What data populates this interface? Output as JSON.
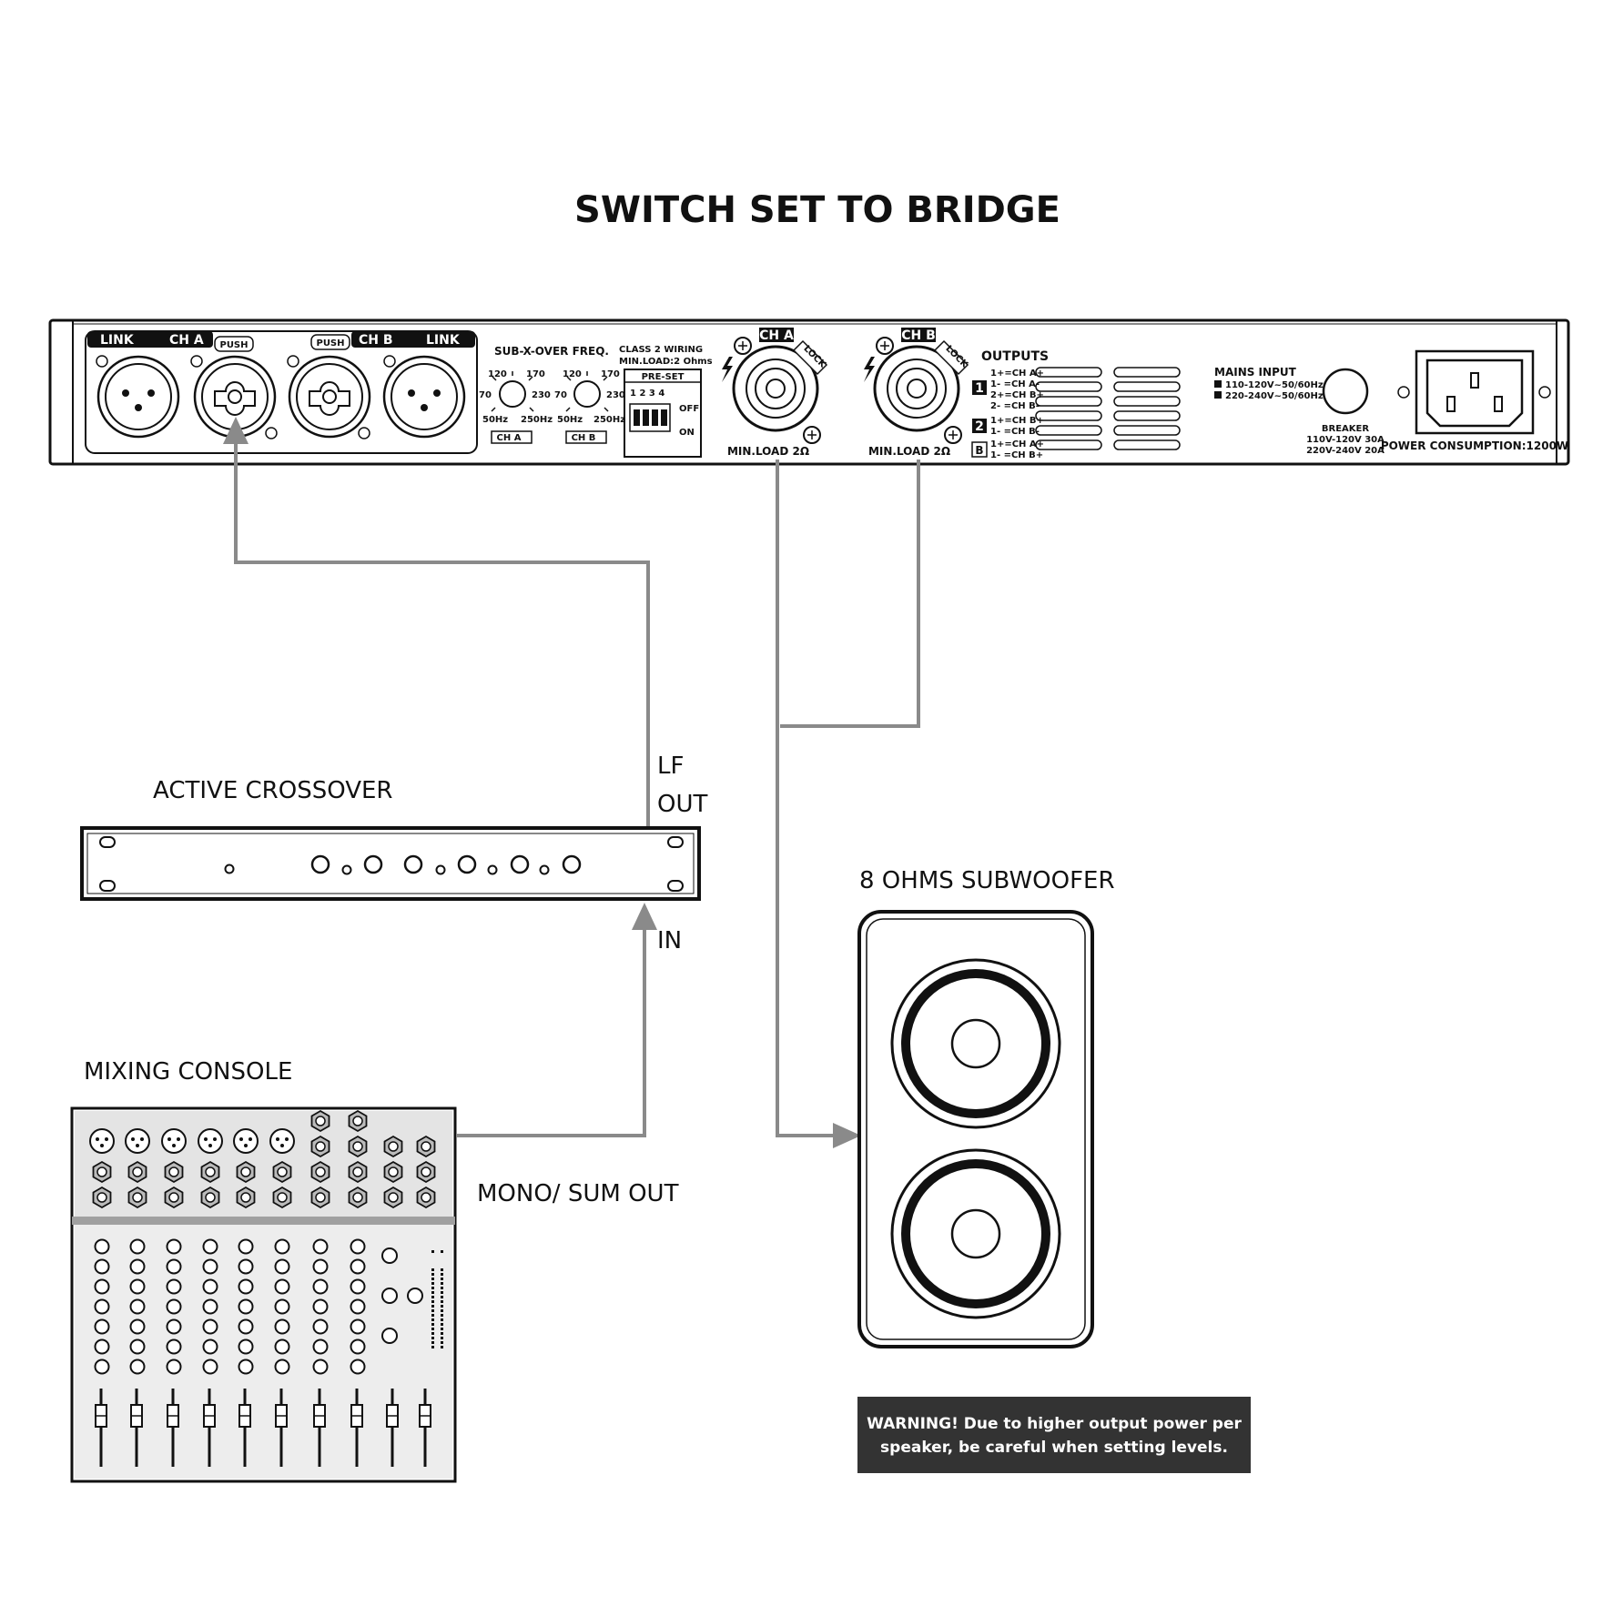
{
  "title": "SWITCH SET TO BRIDGE",
  "amplifier": {
    "link_left": "LINK",
    "ch_a": "CH A",
    "push_a": "PUSH",
    "push_b": "PUSH",
    "ch_b": "CH B",
    "link_right": "LINK",
    "sub_xover_title": "SUB-X-OVER FREQ.",
    "knob_labels": {
      "f120": "120",
      "f170": "170",
      "f70": "70",
      "f230": "230",
      "f50": "50Hz",
      "f250": "250Hz"
    },
    "chan_tag_a": "CH A",
    "chan_tag_b": "CH B",
    "class2_line1": "CLASS 2 WIRING",
    "class2_line2": "MIN.LOAD:2 Ohms",
    "preset": "PRE-SET",
    "dip_numbers": "1  2  3  4",
    "off": "OFF",
    "on": "ON",
    "speakon_a_label": "CH A",
    "speakon_b_label": "CH B",
    "lock": "LOCK",
    "min_load": "MIN.LOAD 2Ω",
    "outputs": "OUTPUTS",
    "outputs_lines": [
      "1+=CH A+",
      "1- =CH A-",
      "2+=CH B+",
      "2- =CH B-",
      "1+=CH B+",
      "1- =CH B-",
      "1+=CH A+",
      "1- =CH B+"
    ],
    "group_1": "1",
    "group_2": "2",
    "group_b": "B",
    "mains_title": "MAINS INPUT",
    "mains_line1": "110-120V~50/60Hz",
    "mains_line2": "220-240V~50/60Hz",
    "breaker": "BREAKER",
    "breaker_line1": "110V-120V 30A",
    "breaker_line2": "220V-240V 20A",
    "power": "POWER CONSUMPTION:1200W"
  },
  "labels": {
    "active_crossover": "ACTIVE CROSSOVER",
    "lf": "LF",
    "out": "OUT",
    "in": "IN",
    "mixing_console": "MIXING CONSOLE",
    "mono_sum_out": "MONO/ SUM OUT",
    "subwoofer": "8 OHMS SUBWOOFER"
  },
  "warning": {
    "line1": "WARNING! Due to higher output power per",
    "line2": "speaker, be careful when setting levels."
  },
  "colors": {
    "line": "#111111",
    "wire": "#8a8a8a",
    "warning_bg": "#333333"
  }
}
